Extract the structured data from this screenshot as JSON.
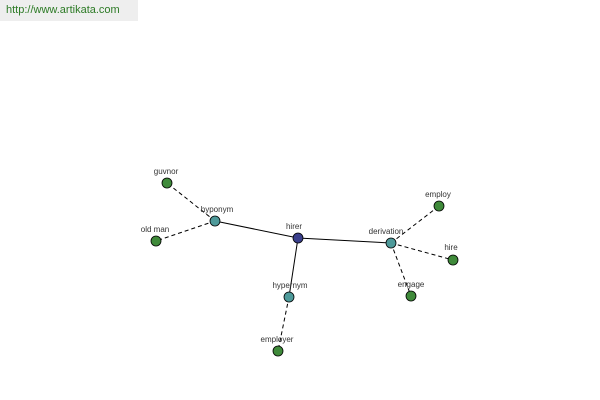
{
  "header": {
    "url_text": "http://www.artikata.com"
  },
  "colors": {
    "root_node": "#3a3f8c",
    "relation_node": "#4e9a9a",
    "word_node": "#3f8a3a",
    "edge": "#000000",
    "url_text": "#2c7a25",
    "url_background": "#eeeeee"
  },
  "graph": {
    "nodes": [
      {
        "id": "hirer",
        "label": "hirer",
        "kind": "root"
      },
      {
        "id": "hyponym",
        "label": "hyponym",
        "kind": "relation"
      },
      {
        "id": "hypernym",
        "label": "hypernym",
        "kind": "relation"
      },
      {
        "id": "derivation",
        "label": "derivation",
        "kind": "relation"
      },
      {
        "id": "guvnor",
        "label": "guvnor",
        "kind": "word"
      },
      {
        "id": "old-man",
        "label": "old man",
        "kind": "word"
      },
      {
        "id": "employer",
        "label": "employer",
        "kind": "word"
      },
      {
        "id": "employ",
        "label": "employ",
        "kind": "word"
      },
      {
        "id": "hire",
        "label": "hire",
        "kind": "word"
      },
      {
        "id": "engage",
        "label": "engage",
        "kind": "word"
      }
    ],
    "edges": [
      {
        "from": "hirer",
        "to": "hyponym",
        "style": "solid"
      },
      {
        "from": "hirer",
        "to": "hypernym",
        "style": "solid"
      },
      {
        "from": "hirer",
        "to": "derivation",
        "style": "solid"
      },
      {
        "from": "hyponym",
        "to": "guvnor",
        "style": "dashed"
      },
      {
        "from": "hyponym",
        "to": "old-man",
        "style": "dashed"
      },
      {
        "from": "hypernym",
        "to": "employer",
        "style": "dashed"
      },
      {
        "from": "derivation",
        "to": "employ",
        "style": "dashed"
      },
      {
        "from": "derivation",
        "to": "hire",
        "style": "dashed"
      },
      {
        "from": "derivation",
        "to": "engage",
        "style": "dashed"
      }
    ]
  }
}
